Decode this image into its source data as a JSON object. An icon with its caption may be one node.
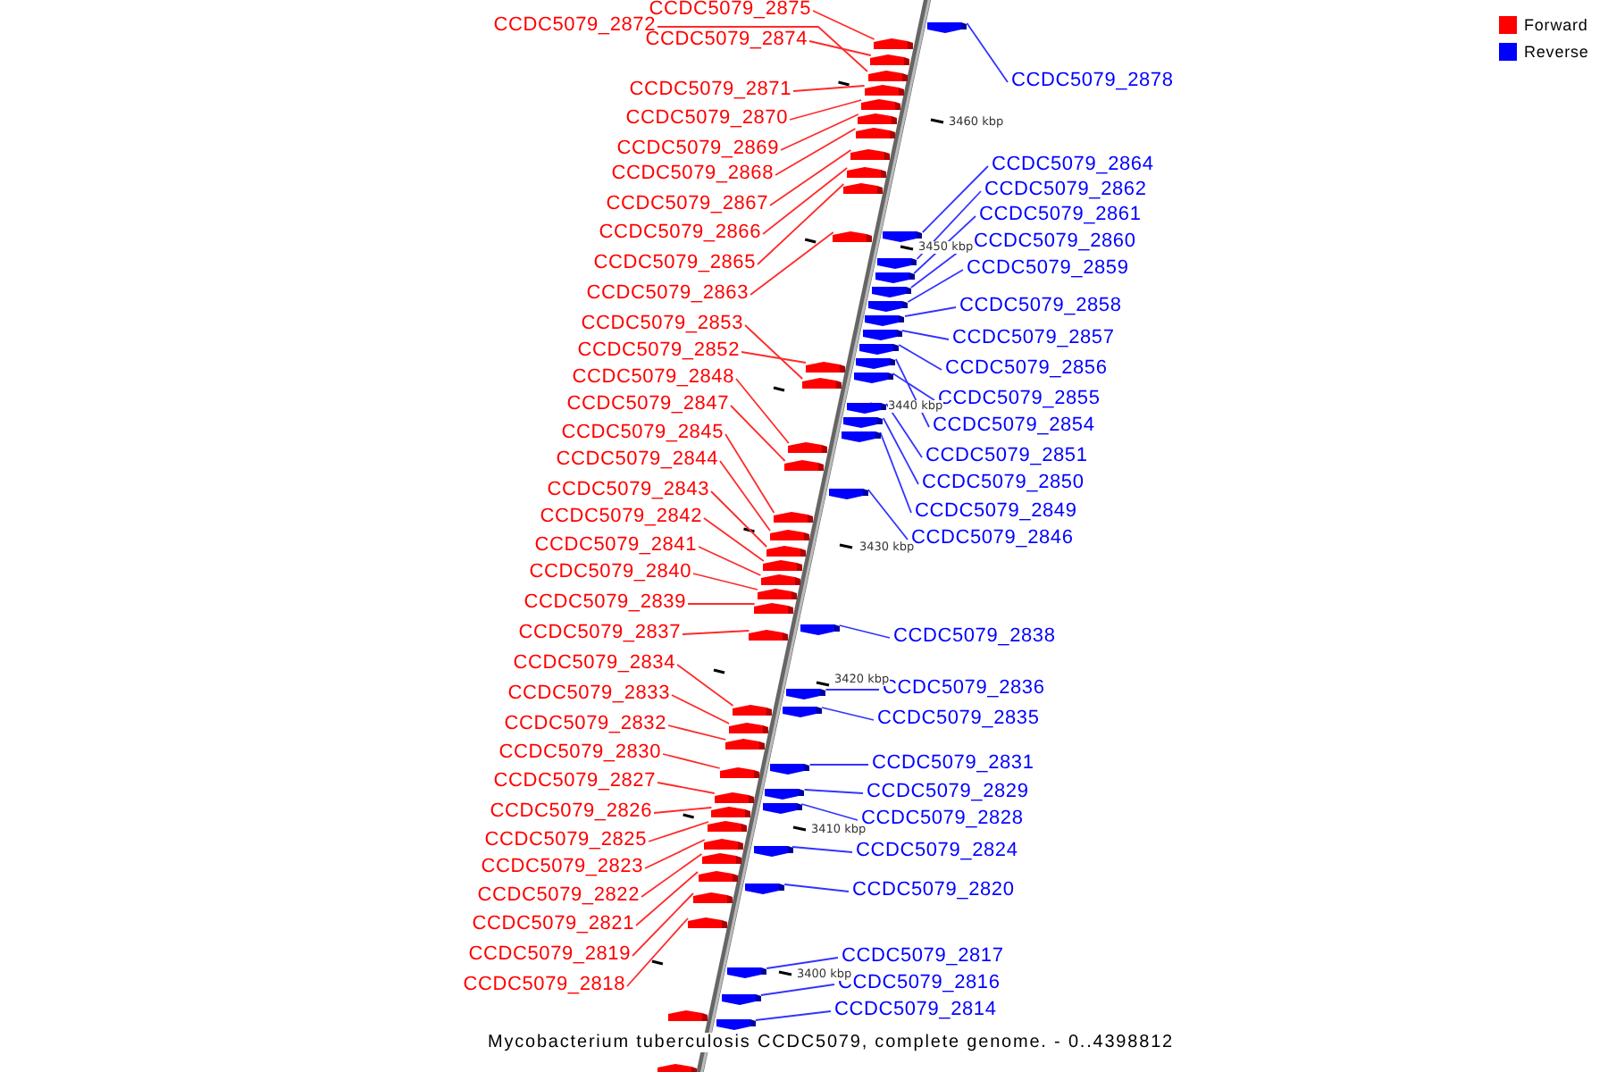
{
  "diagram": {
    "caption": "Mycobacterium tuberculosis CCDC5079, complete genome. - 0..4398812",
    "nodes": [
      {
        "text": [
          "CCDC5079_2875"
        ]
      },
      {
        "text": [
          "CCDC5079_2872"
        ]
      },
      {
        "text": [
          "CCDC5079_2874"
        ]
      },
      {
        "text": [
          "CCDC5079_2871"
        ]
      },
      {
        "text": [
          "CCDC5079_2870"
        ]
      },
      {
        "text": [
          "CCDC5079_2869"
        ]
      },
      {
        "text": [
          "CCDC5079_2868"
        ]
      },
      {
        "text": [
          "CCDC5079_2867"
        ]
      },
      {
        "text": [
          "CCDC5079_2866"
        ]
      },
      {
        "text": [
          "CCDC5079_2865"
        ]
      },
      {
        "text": [
          "CCDC5079_2863"
        ]
      },
      {
        "text": [
          "CCDC5079_2853"
        ]
      },
      {
        "text": [
          "CCDC5079_2852"
        ]
      },
      {
        "text": [
          "CCDC5079_2848"
        ]
      },
      {
        "text": [
          "CCDC5079_2847"
        ]
      },
      {
        "text": [
          "CCDC5079_2845"
        ]
      },
      {
        "text": [
          "CCDC5079_2844"
        ]
      },
      {
        "text": [
          "CCDC5079_2843"
        ]
      },
      {
        "text": [
          "CCDC5079_2842"
        ]
      },
      {
        "text": [
          "CCDC5079_2841"
        ]
      },
      {
        "text": [
          "CCDC5079_2840"
        ]
      },
      {
        "text": [
          "CCDC5079_2839"
        ]
      },
      {
        "text": [
          "CCDC5079_2837"
        ]
      },
      {
        "text": [
          "CCDC5079_2834"
        ]
      },
      {
        "text": [
          "CCDC5079_2833"
        ]
      },
      {
        "text": [
          "CCDC5079_2832"
        ]
      },
      {
        "text": [
          "CCDC5079_2830"
        ]
      },
      {
        "text": [
          "CCDC5079_2827"
        ]
      },
      {
        "text": [
          "CCDC5079_2826"
        ]
      },
      {
        "text": [
          "CCDC5079_2825"
        ]
      },
      {
        "text": [
          "CCDC5079_2823"
        ]
      },
      {
        "text": [
          "CCDC5079_2822"
        ]
      },
      {
        "text": [
          "CCDC5079_2821"
        ]
      },
      {
        "text": [
          "CCDC5079_2819"
        ]
      },
      {
        "text": [
          "CCDC5079_2818"
        ]
      },
      {
        "text": [
          "CCDC5079_2878"
        ]
      },
      {
        "text": [
          "CCDC5079_2864"
        ]
      },
      {
        "text": [
          "CCDC5079_2862"
        ]
      },
      {
        "text": [
          "CCDC5079_2861"
        ]
      },
      {
        "text": [
          "CCDC5079_2860"
        ]
      },
      {
        "text": [
          "CCDC5079_2859"
        ]
      },
      {
        "text": [
          "CCDC5079_2858"
        ]
      },
      {
        "text": [
          "CCDC5079_2857"
        ]
      },
      {
        "text": [
          "CCDC5079_2856"
        ]
      },
      {
        "text": [
          "CCDC5079_2855"
        ]
      },
      {
        "text": [
          "CCDC5079_2854"
        ]
      },
      {
        "text": [
          "CCDC5079_2851"
        ]
      },
      {
        "text": [
          "CCDC5079_2850"
        ]
      },
      {
        "text": [
          "CCDC5079_2849"
        ]
      },
      {
        "text": [
          "CCDC5079_2846"
        ]
      },
      {
        "text": [
          "CCDC5079_2838"
        ]
      },
      {
        "text": [
          "CCDC5079_2836"
        ]
      },
      {
        "text": [
          "CCDC5079_2835"
        ]
      },
      {
        "text": [
          "CCDC5079_2831"
        ]
      },
      {
        "text": [
          "CCDC5079_2829"
        ]
      },
      {
        "text": [
          "CCDC5079_2828"
        ]
      },
      {
        "text": [
          "CCDC5079_2824"
        ]
      },
      {
        "text": [
          "CCDC5079_2820"
        ]
      },
      {
        "text": [
          "CCDC5079_2817"
        ]
      },
      {
        "text": [
          "CCDC5079_2816"
        ]
      },
      {
        "text": [
          "CCDC5079_2814"
        ]
      },
      {
        "text": [],
        "shape": "pentagon"
      },
      {
        "text": [],
        "shape": "pentagon"
      },
      {
        "text": [],
        "shape": "pentagon"
      },
      {
        "text": [],
        "shape": "pentagon"
      },
      {
        "text": [],
        "shape": "pentagon"
      },
      {
        "text": [],
        "shape": "pentagon"
      },
      {
        "text": [],
        "shape": "pentagon"
      },
      {
        "text": [],
        "shape": "pentagon"
      },
      {
        "text": [],
        "shape": "pentagon"
      },
      {
        "text": [],
        "shape": "pentagon"
      },
      {
        "text": [],
        "shape": "pentagon"
      },
      {
        "text": [],
        "shape": "pentagon"
      },
      {
        "text": [],
        "shape": "pentagon"
      },
      {
        "text": [],
        "shape": "pentagon"
      },
      {
        "text": [],
        "shape": "pentagon"
      },
      {
        "text": [],
        "shape": "pentagon"
      },
      {
        "text": [],
        "shape": "pentagon"
      },
      {
        "text": [],
        "shape": "pentagon"
      },
      {
        "text": [],
        "shape": "pentagon"
      },
      {
        "text": [],
        "shape": "pentagon"
      },
      {
        "text": [],
        "shape": "pentagon"
      },
      {
        "text": [],
        "shape": "pentagon"
      },
      {
        "text": [],
        "shape": "pentagon"
      },
      {
        "text": [],
        "shape": "pentagon"
      },
      {
        "text": [],
        "shape": "pentagon"
      },
      {
        "text": [],
        "shape": "pentagon"
      },
      {
        "text": [],
        "shape": "pentagon"
      },
      {
        "text": [],
        "shape": "pentagon"
      },
      {
        "text": [],
        "shape": "pentagon"
      },
      {
        "text": [],
        "shape": "pentagon"
      },
      {
        "text": [],
        "shape": "pentagon"
      },
      {
        "text": [],
        "shape": "pentagon"
      },
      {
        "text": [],
        "shape": "pentagon"
      },
      {
        "text": [],
        "shape": "pentagon"
      },
      {
        "text": [],
        "shape": "pentagon"
      },
      {
        "text": [],
        "shape": "pentagon"
      },
      {
        "text": [],
        "shape": "pentagon"
      },
      {
        "text": [],
        "shape": "pentagon"
      },
      {
        "text": [],
        "shape": "pentagon"
      },
      {
        "text": [],
        "shape": "pentagon"
      },
      {
        "text": [],
        "shape": "pentagon"
      },
      {
        "text": [],
        "shape": "pentagon"
      },
      {
        "text": [],
        "shape": "pentagon"
      },
      {
        "text": [],
        "shape": "pentagon"
      },
      {
        "text": [],
        "shape": "pentagon"
      },
      {
        "text": [],
        "shape": "pentagon"
      },
      {
        "text": [],
        "shape": "pentagon"
      },
      {
        "text": [],
        "shape": "pentagon"
      },
      {
        "text": [],
        "shape": "pentagon"
      },
      {
        "text": [],
        "shape": "pentagon"
      },
      {
        "text": [],
        "shape": "pentagon"
      },
      {
        "text": [],
        "shape": "pentagon"
      },
      {
        "text": [],
        "shape": "pentagon"
      },
      {
        "text": [],
        "shape": "pentagon"
      },
      {
        "text": [],
        "shape": "pentagon"
      },
      {
        "text": [],
        "shape": "pentagon"
      },
      {
        "text": [],
        "shape": "pentagon"
      },
      {
        "text": [],
        "shape": "pentagon"
      },
      {
        "text": [],
        "shape": "pentagon"
      },
      {
        "text": [],
        "shape": "pentagon"
      },
      {
        "text": [],
        "shape": "pentagon"
      },
      {
        "text": [],
        "shape": "pentagon"
      },
      {
        "text": [],
        "shape": "pentagon"
      }
    ],
    "edges": [
      {
        "from": 0,
        "to": 61,
        "arrow": "none"
      },
      {
        "from": 1,
        "to": 62,
        "arrow": "none"
      },
      {
        "from": 2,
        "to": 63,
        "arrow": "none"
      },
      {
        "from": 3,
        "to": 64,
        "arrow": "none"
      },
      {
        "from": 4,
        "to": 65,
        "arrow": "none"
      },
      {
        "from": 5,
        "to": 66,
        "arrow": "none"
      },
      {
        "from": 6,
        "to": 67,
        "arrow": "none"
      },
      {
        "from": 7,
        "to": 68,
        "arrow": "none"
      },
      {
        "from": 8,
        "to": 69,
        "arrow": "none"
      },
      {
        "from": 9,
        "to": 70,
        "arrow": "none"
      },
      {
        "from": 10,
        "to": 71,
        "arrow": "none"
      },
      {
        "from": 11,
        "to": 72,
        "arrow": "none"
      },
      {
        "from": 12,
        "to": 73,
        "arrow": "none"
      },
      {
        "from": 13,
        "to": 74,
        "arrow": "none"
      },
      {
        "from": 14,
        "to": 75,
        "arrow": "none"
      },
      {
        "from": 15,
        "to": 76,
        "arrow": "none"
      },
      {
        "from": 16,
        "to": 77,
        "arrow": "none"
      },
      {
        "from": 17,
        "to": 78,
        "arrow": "none"
      },
      {
        "from": 18,
        "to": 79,
        "arrow": "none"
      },
      {
        "from": 19,
        "to": 80,
        "arrow": "none"
      },
      {
        "from": 20,
        "to": 81,
        "arrow": "none"
      },
      {
        "from": 21,
        "to": 82,
        "arrow": "none"
      },
      {
        "from": 22,
        "to": 83,
        "arrow": "none"
      },
      {
        "from": 23,
        "to": 84,
        "arrow": "none"
      },
      {
        "from": 24,
        "to": 85,
        "arrow": "none"
      },
      {
        "from": 25,
        "to": 86,
        "arrow": "none"
      },
      {
        "from": 26,
        "to": 87,
        "arrow": "none"
      },
      {
        "from": 27,
        "to": 88,
        "arrow": "none"
      },
      {
        "from": 28,
        "to": 89,
        "arrow": "none"
      },
      {
        "from": 29,
        "to": 90,
        "arrow": "none"
      },
      {
        "from": 30,
        "to": 91,
        "arrow": "none"
      },
      {
        "from": 31,
        "to": 92,
        "arrow": "none"
      },
      {
        "from": 32,
        "to": 93,
        "arrow": "none"
      },
      {
        "from": 33,
        "to": 94,
        "arrow": "none"
      },
      {
        "from": 34,
        "to": 95,
        "arrow": "none"
      },
      {
        "from": 35,
        "to": 96,
        "arrow": "none",
        "color": "#3333ff"
      },
      {
        "from": 36,
        "to": 97,
        "arrow": "none",
        "color": "#3333ff"
      },
      {
        "from": 37,
        "to": 98,
        "arrow": "none",
        "color": "#3333ff"
      },
      {
        "from": 38,
        "to": 99,
        "arrow": "none",
        "color": "#3333ff"
      },
      {
        "from": 39,
        "to": 100,
        "arrow": "none",
        "color": "#3333ff"
      },
      {
        "from": 40,
        "to": 101,
        "arrow": "none",
        "color": "#3333ff"
      },
      {
        "from": 41,
        "to": 102,
        "arrow": "none",
        "color": "#3333ff"
      },
      {
        "from": 42,
        "to": 103,
        "arrow": "none",
        "color": "#3333ff"
      },
      {
        "from": 43,
        "to": 104,
        "arrow": "none",
        "color": "#3333ff"
      },
      {
        "from": 44,
        "to": 105,
        "arrow": "none",
        "color": "#3333ff"
      },
      {
        "from": 45,
        "to": 106,
        "arrow": "none",
        "color": "#3333ff"
      },
      {
        "from": 46,
        "to": 107,
        "arrow": "none",
        "color": "#3333ff"
      },
      {
        "from": 47,
        "to": 108,
        "arrow": "none",
        "color": "#3333ff"
      },
      {
        "from": 48,
        "to": 109,
        "arrow": "none",
        "color": "#3333ff"
      },
      {
        "from": 49,
        "to": 110,
        "arrow": "none",
        "color": "#3333ff"
      },
      {
        "from": 50,
        "to": 111,
        "arrow": "none",
        "color": "#3333ff"
      },
      {
        "from": 51,
        "to": 112,
        "arrow": "none",
        "color": "#3333ff"
      },
      {
        "from": 52,
        "to": 113,
        "arrow": "none",
        "color": "#3333ff"
      },
      {
        "from": 53,
        "to": 114,
        "arrow": "none",
        "color": "#3333ff"
      },
      {
        "from": 54,
        "to": 115,
        "arrow": "none",
        "color": "#3333ff"
      },
      {
        "from": 55,
        "to": 116,
        "arrow": "none",
        "color": "#3333ff"
      },
      {
        "from": 56,
        "to": 117,
        "arrow": "none",
        "color": "#3333ff"
      },
      {
        "from": 57,
        "to": 118,
        "arrow": "none",
        "color": "#3333ff"
      },
      {
        "from": 58,
        "to": 119,
        "arrow": "none",
        "color": "#3333ff"
      },
      {
        "from": 59,
        "to": 120,
        "arrow": "none",
        "color": "#3333ff"
      },
      {
        "from": 60,
        "to": 121,
        "arrow": "none",
        "color": "#3333ff"
      }
    ],
    "labels": [
      "3460 kbp",
      "3450 kbp",
      "3440 kbp",
      "3430 kbp",
      "3420 kbp",
      "3410 kbp",
      "3400 kbp"
    ],
    "legend": [
      {
        "text": "Forward",
        "color": "#ff0000"
      },
      {
        "text": "Reverse",
        "color": "#0000ff"
      }
    ]
  }
}
